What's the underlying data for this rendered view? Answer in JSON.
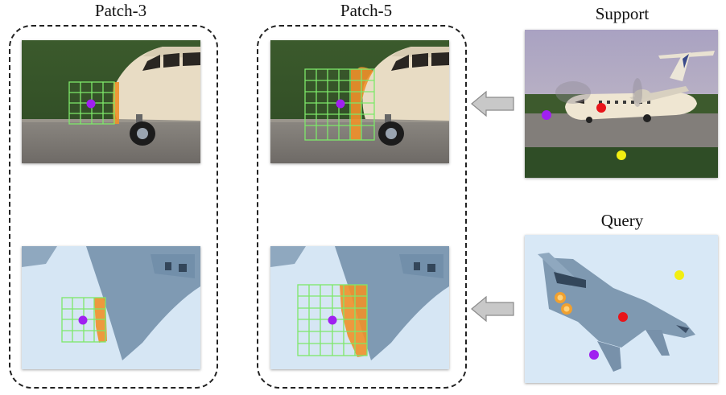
{
  "titles": {
    "patch3": "Patch-3",
    "patch5": "Patch-5",
    "support": "Support",
    "query": "Query"
  },
  "colors": {
    "grid_line": "#7ee86a",
    "highlight": "#f0902a",
    "point_purple": "#a020f0",
    "point_red": "#e8141a",
    "point_yellow": "#f2ee12",
    "arrow_fill": "#c8c8c8",
    "arrow_stroke": "#8a8a8a"
  },
  "icons": {
    "support_to_patch": "left-arrow-icon",
    "query_to_patch": "left-arrow-icon"
  }
}
